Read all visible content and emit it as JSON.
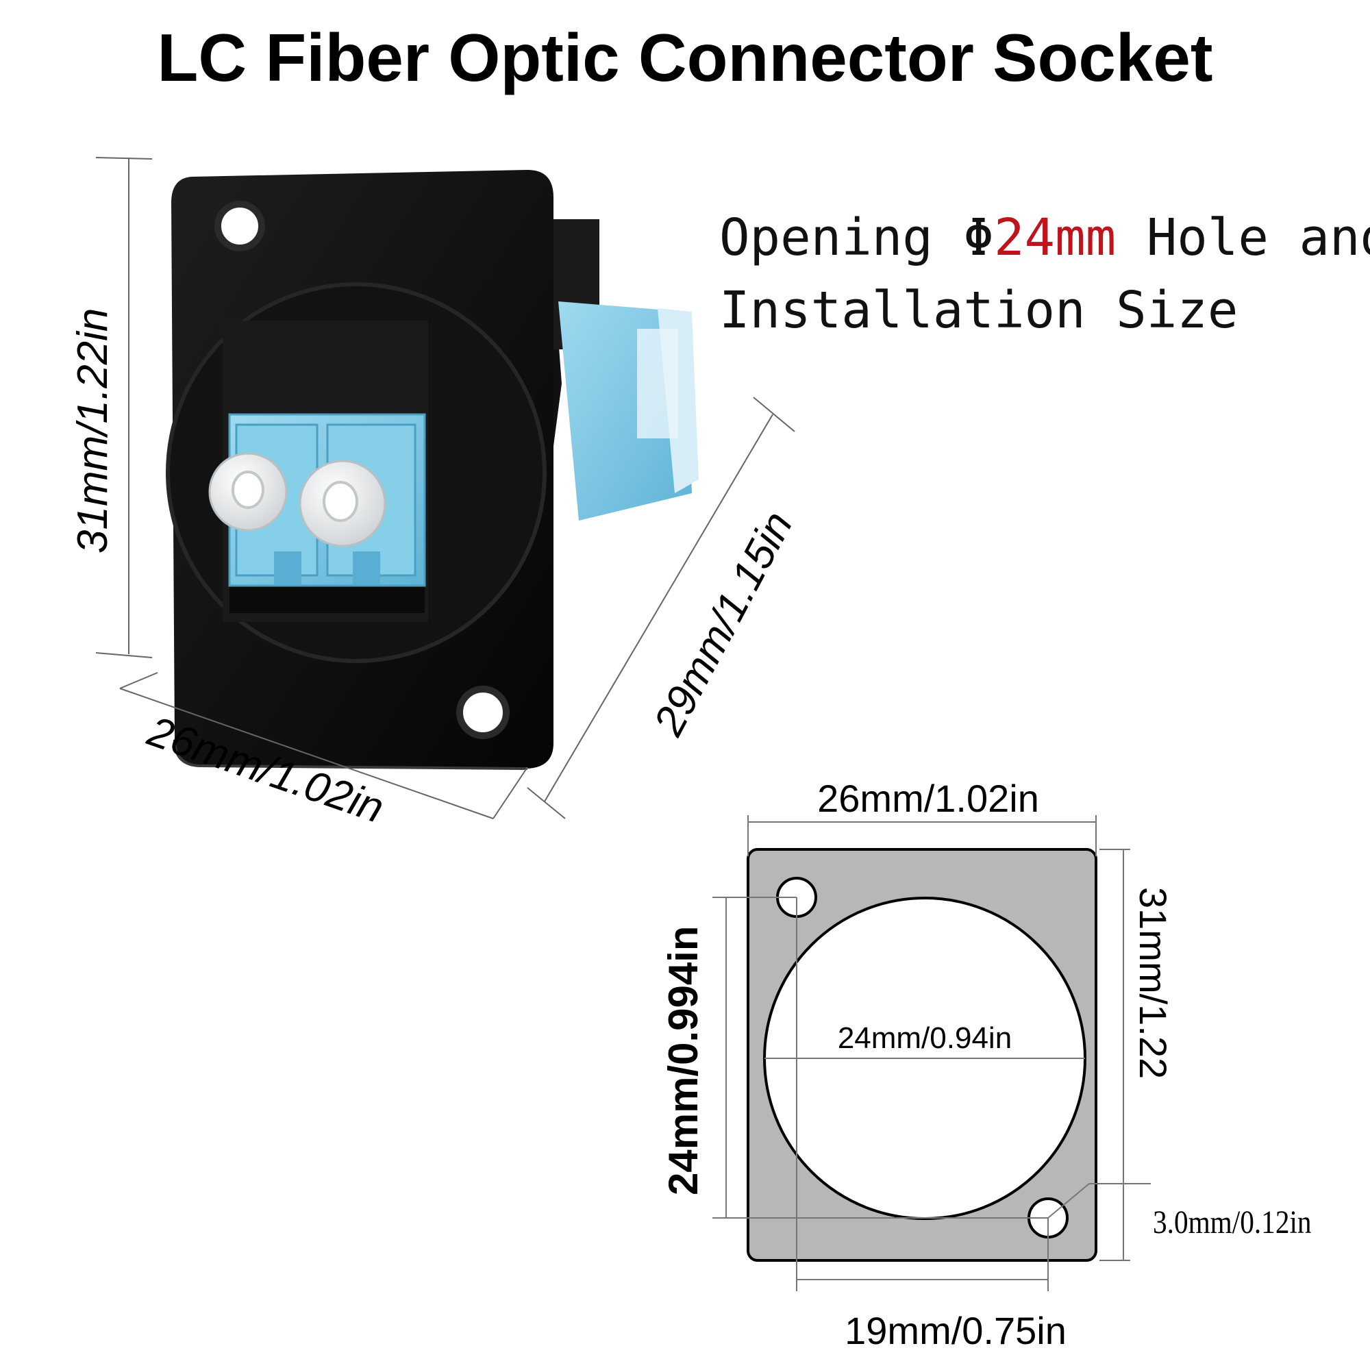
{
  "title": "LC Fiber Optic Connector Socket",
  "opening": {
    "line1_prefix": "Opening Φ",
    "line1_highlight": "24mm",
    "line1_suffix": " Hole and",
    "line2": "Installation Size",
    "highlight_color": "#c0141c"
  },
  "product_dimensions": {
    "height": "31mm/1.22in",
    "width": "26mm/1.02in",
    "depth": "29mm/1.15in"
  },
  "installation_drawing": {
    "top_width": "26mm/1.02in",
    "right_height": "31mm/1.22",
    "hole_spacing_vertical": "24mm/0.994in",
    "opening_diameter": "24mm/0.94in",
    "screw_hole": "3.0mm/0.12in",
    "hole_spacing_horizontal": "19mm/0.75in"
  },
  "colors": {
    "adapter_blue": "#7cc8e6",
    "plate_black": "#0c0c0c",
    "drawing_gray": "#b7b7b7"
  }
}
